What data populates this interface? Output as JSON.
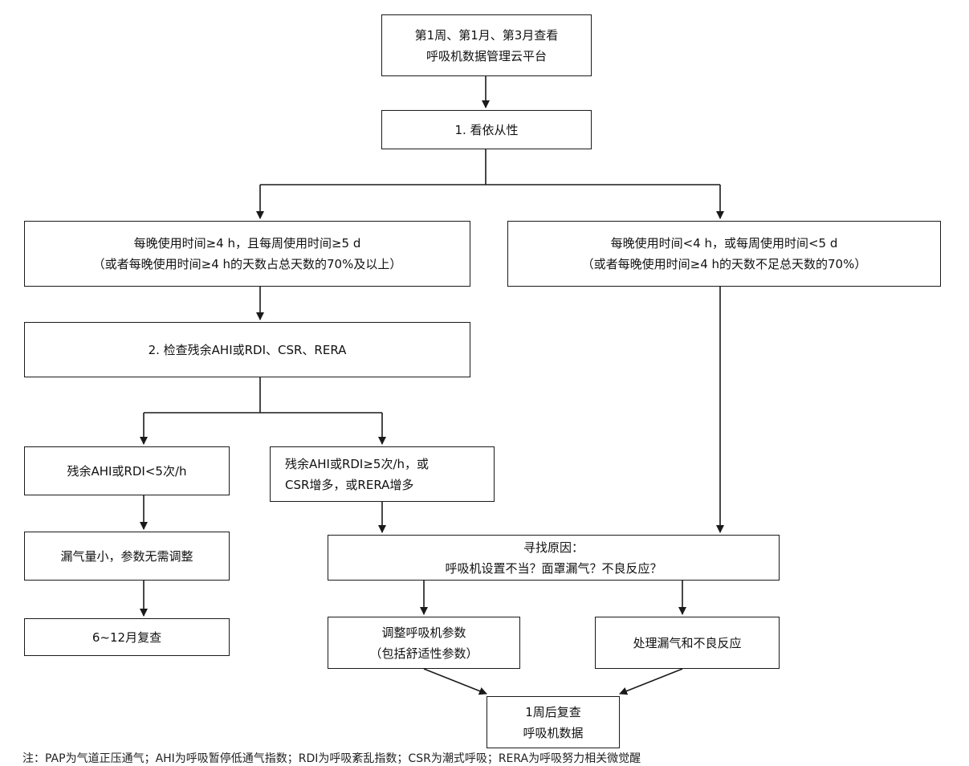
{
  "boxes": {
    "start": {
      "line1": "第1周、第1月、第3月查看",
      "line2": "呼吸机数据管理云平台"
    },
    "compliance": {
      "line1": "1. 看依从性"
    },
    "good_compliance": {
      "line1": "每晚使用时间≥4 h，且每周使用时间≥5 d",
      "line2": "（或者每晚使用时间≥4 h的天数占总天数的70%及以上）"
    },
    "poor_compliance": {
      "line1": "每晚使用时间<4 h，或每周使用时间<5 d",
      "line2": "（或者每晚使用时间≥4 h的天数不足总天数的70%）"
    },
    "check_residual": {
      "line1": "2. 检查残余AHI或RDI、CSR、RERA"
    },
    "residual_low": {
      "line1": "残余AHI或RDI<5次/h"
    },
    "residual_high": {
      "line1": "残余AHI或RDI≥5次/h，或",
      "line2": "CSR增多，或RERA增多"
    },
    "small_leak": {
      "line1": "漏气量小，参数无需调整"
    },
    "find_cause": {
      "line1": "寻找原因：",
      "line2": "呼吸机设置不当？面罩漏气？不良反应？"
    },
    "recheck_6_12": {
      "line1": "6~12月复查"
    },
    "adjust_params": {
      "line1": "调整呼吸机参数",
      "line2": "（包括舒适性参数）"
    },
    "handle_leak": {
      "line1": "处理漏气和不良反应"
    },
    "recheck_1w": {
      "line1": "1周后复查",
      "line2": "呼吸机数据"
    }
  },
  "footnote": "注：PAP为气道正压通气；AHI为呼吸暂停低通气指数；RDI为呼吸紊乱指数；CSR为潮式呼吸；RERA为呼吸努力相关微觉醒"
}
